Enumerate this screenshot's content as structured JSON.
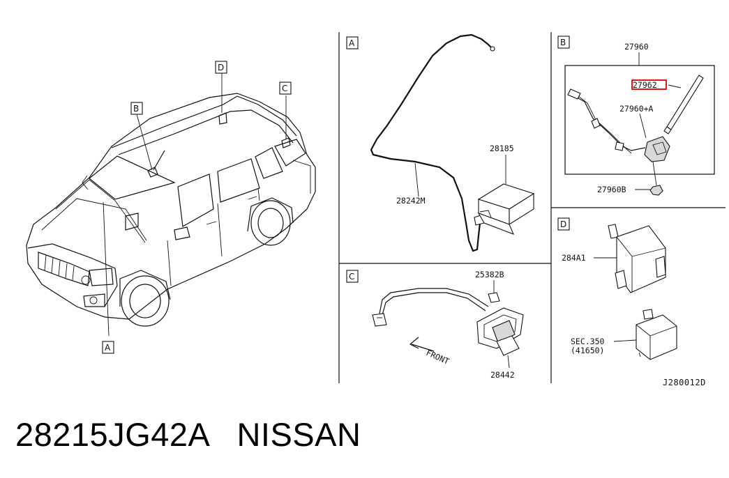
{
  "panels": {
    "A": {
      "letter": "A",
      "labels": {
        "harness": "28242M",
        "unit": "28185"
      }
    },
    "B": {
      "letter": "B",
      "labels": {
        "assembly": "27960",
        "highlighted": "27962",
        "sub": "27960+A",
        "nut": "27960B"
      },
      "highlight_color": "#e0181b"
    },
    "C": {
      "letter": "C",
      "labels": {
        "clip": "25382B",
        "camera": "28442",
        "front": "FRONT"
      }
    },
    "D": {
      "letter": "D",
      "labels": {
        "module": "284A1",
        "sec": "SEC.350",
        "sec_sub": "(41650)"
      }
    }
  },
  "car_callouts": {
    "A": "A",
    "B": "B",
    "C": "C",
    "D": "D"
  },
  "reference_code": "J280012D",
  "caption": "28215JG42A   NISSAN"
}
